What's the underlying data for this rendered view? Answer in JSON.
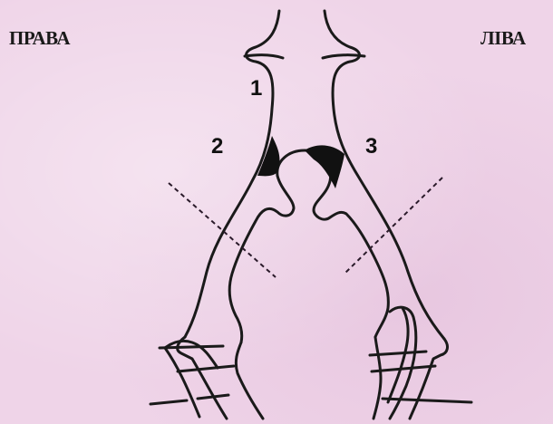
{
  "labels": {
    "right_side": "ПРАВА",
    "left_side": "ЛІВА"
  },
  "markers": {
    "one": "1",
    "two": "2",
    "three": "3"
  },
  "colors": {
    "background": "#efd4e8",
    "ink": "#1a1a1a"
  }
}
